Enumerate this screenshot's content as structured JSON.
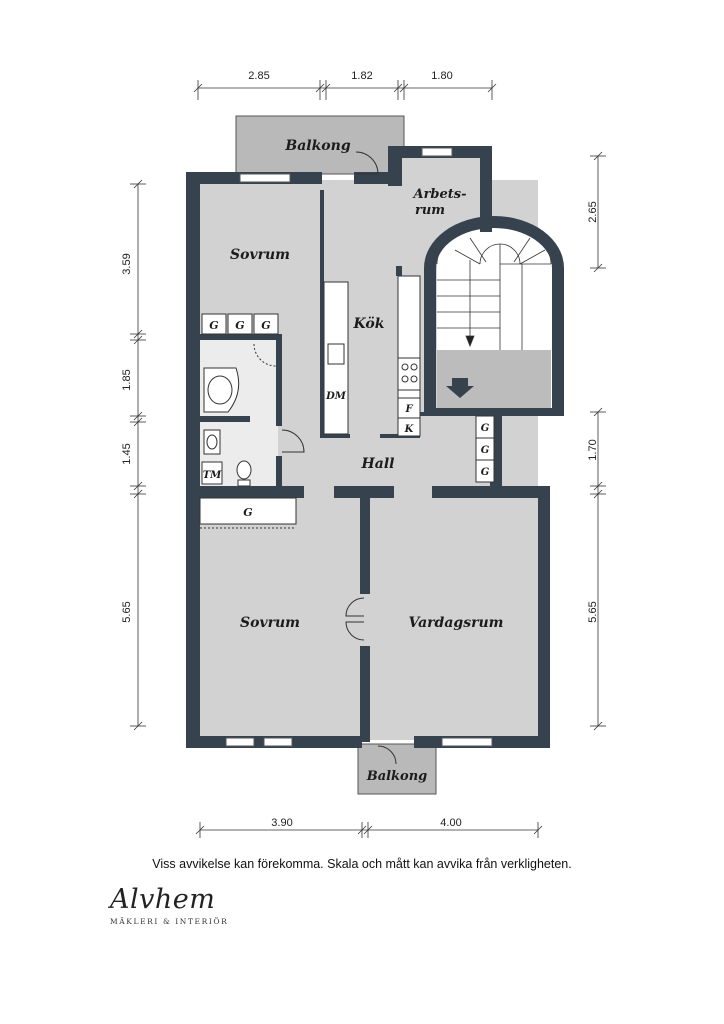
{
  "rooms": {
    "balkong_top": "Balkong",
    "arbetsrum_1": "Arbets-",
    "arbetsrum_2": "rum",
    "sovrum_top": "Sovrum",
    "kok": "Kök",
    "hall": "Hall",
    "sovrum_bottom": "Sovrum",
    "vardagsrum": "Vardagsrum",
    "balkong_bottom": "Balkong"
  },
  "fixtures": {
    "wardrobe": "G",
    "dishwasher": "DM",
    "fridge": "F",
    "freezer": "K",
    "washer": "TM"
  },
  "dimensions": {
    "top": [
      "2.85",
      "1.82",
      "1.80"
    ],
    "left": [
      "3.59",
      "1.85",
      "1.45",
      "5.65"
    ],
    "right": [
      "2.65",
      "1.70",
      "5.65"
    ],
    "bottom": [
      "3.90",
      "4.00"
    ]
  },
  "disclaimer": "Viss avvikelse kan förekomma. Skala och mått kan avvika från verkligheten.",
  "logo": {
    "name": "Alvhem",
    "tagline": "MÄKLERI & INTERIÖR"
  },
  "colors": {
    "wall": "#36434f",
    "floor": "#d2d2d2",
    "balcony": "#b9b9b9"
  }
}
